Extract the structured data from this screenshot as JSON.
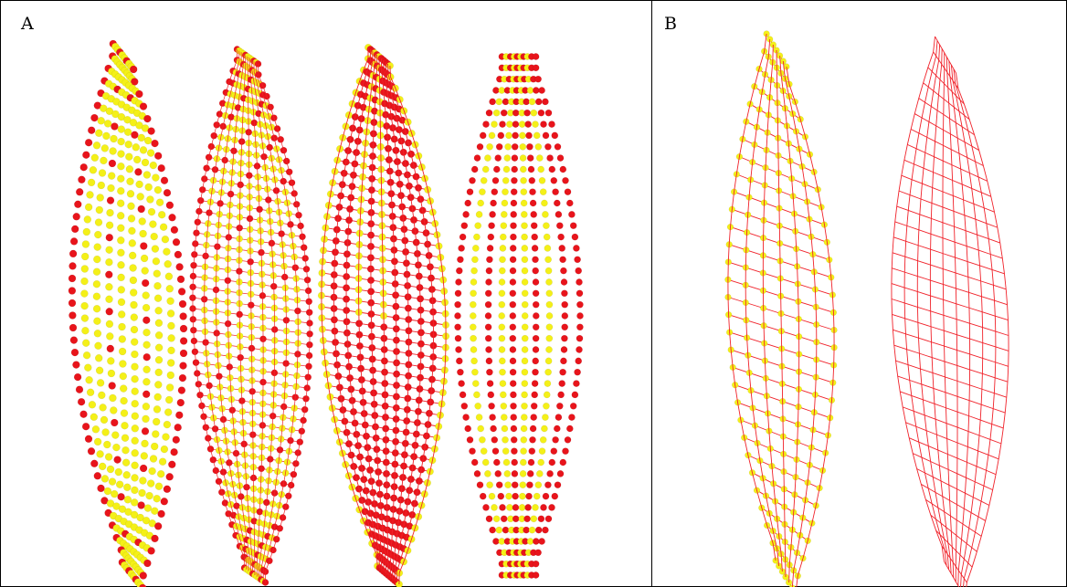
{
  "panels": [
    {
      "label": "A"
    },
    {
      "label": "B"
    }
  ],
  "colors": {
    "red": "#e8141b",
    "yellow": "#f4f018",
    "wire": "#f0222a",
    "border": "#000000",
    "background": "#ffffff"
  },
  "panel_a_models": [
    {
      "style": "sparse-bands",
      "dominant": "yellow"
    },
    {
      "style": "dense-net",
      "dominant": "yellow"
    },
    {
      "style": "dense-red",
      "dominant": "red"
    },
    {
      "style": "concentric-rings",
      "dominant": "yellow"
    }
  ],
  "panel_b_models": [
    {
      "style": "wire-with-nodes"
    },
    {
      "style": "wire-only"
    }
  ]
}
